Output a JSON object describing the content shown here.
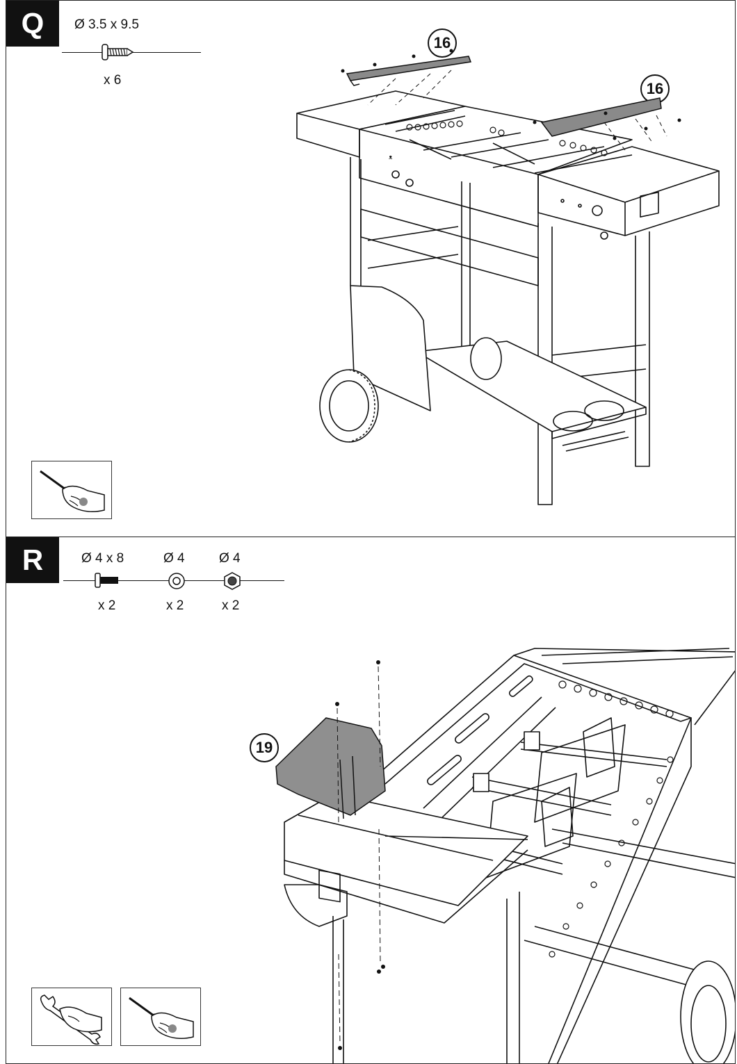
{
  "step_q": {
    "letter": "Q",
    "hardware": [
      {
        "spec": "Ø 3.5 x 9.5",
        "qty": "x 6",
        "icon": "self-tapping-screw-icon"
      }
    ],
    "callouts": [
      "16",
      "16"
    ],
    "tools": [
      "screwdriver-hand-icon"
    ]
  },
  "step_r": {
    "letter": "R",
    "hardware": [
      {
        "spec": "Ø 4 x 8",
        "qty": "x 2",
        "icon": "bolt-icon"
      },
      {
        "spec": "Ø 4",
        "qty": "x 2",
        "icon": "washer-icon"
      },
      {
        "spec": "Ø 4",
        "qty": "x 2",
        "icon": "nut-icon"
      }
    ],
    "callouts": [
      "19"
    ],
    "tools": [
      "wrench-hand-icon",
      "screwdriver-hand-icon"
    ]
  }
}
